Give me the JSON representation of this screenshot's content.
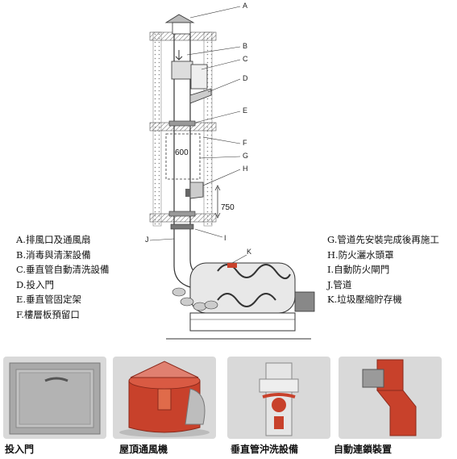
{
  "callouts": [
    "A",
    "B",
    "C",
    "D",
    "E",
    "F",
    "G",
    "H",
    "I",
    "J",
    "K"
  ],
  "dimensions": {
    "floor_height": "600",
    "hopper_height": "750"
  },
  "legend_left": [
    "A.排風口及通風扇",
    "B.消毒與清潔設備",
    "C.垂直管自動清洗設備",
    "D.投入門",
    "E.垂直管固定架",
    "F.樓層板預留口"
  ],
  "legend_right": [
    "G.管道先安裝完成後再施工",
    "H.防火灑水頭罩",
    "I.自動防火閘門",
    "J.管道",
    "K.垃圾壓縮貯存機"
  ],
  "photo_captions": [
    "投入門",
    "屋頂通風機",
    "垂直管沖洗設備",
    "自動連鎖裝置"
  ],
  "colors": {
    "pipe_red": "#c8412b",
    "panel_gray": "#d9d9d9",
    "hatch": "#555555"
  }
}
